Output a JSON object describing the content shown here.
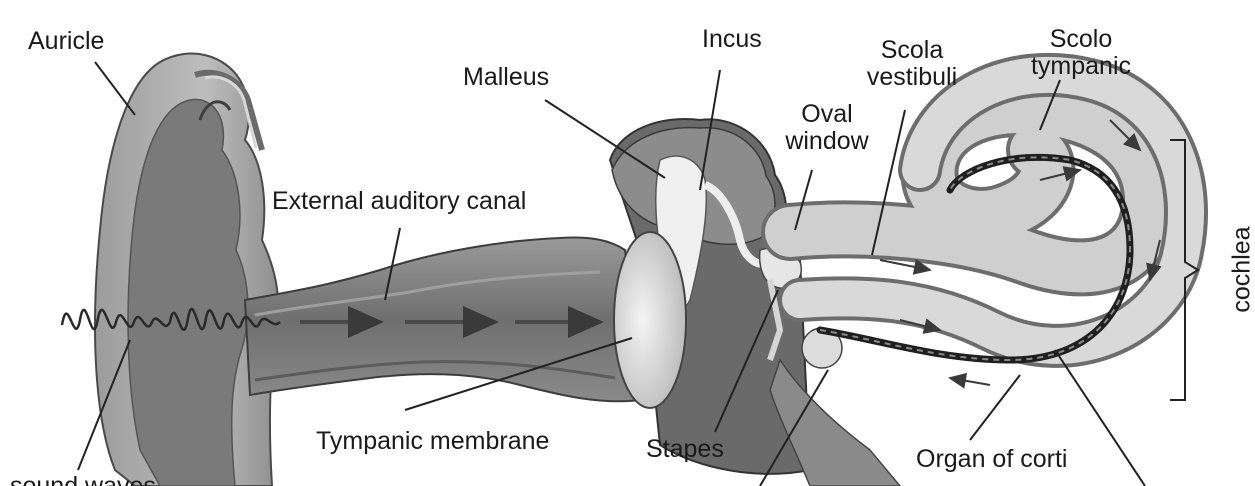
{
  "labels": {
    "auricle": "Auricle",
    "malleus": "Malleus",
    "incus": "Incus",
    "scola_vestibuli_line1": "Scola",
    "scola_vestibuli_line2": "vestibuli",
    "scolo_tympanic_line1": "Scolo",
    "scolo_tympanic_line2": "tympanic",
    "oval_window_line1": "Oval",
    "oval_window_line2": "window",
    "external_auditory_canal": "External auditory canal",
    "cochlea": "cochlea",
    "tympanic_membrane": "Tympanic membrane",
    "stapes": "Stapes",
    "organ_of_corti": "Organ of corti",
    "sound_waves": "sound waves"
  },
  "colors": {
    "ink": "#1a1a1a",
    "tissue_light": "#d9d9d9",
    "tissue_mid": "#a6a6a6",
    "tissue_dark": "#6e6e6e",
    "canal": "#7d7d7d",
    "bone": "#efefef"
  }
}
